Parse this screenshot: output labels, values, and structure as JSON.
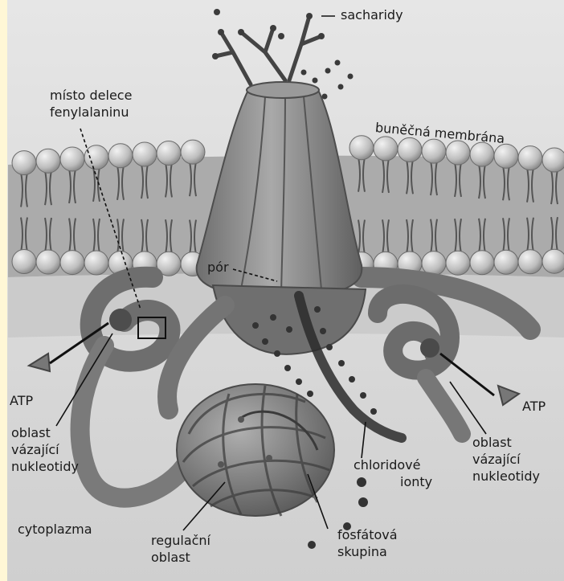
{
  "labels": {
    "sacharidy": "sacharidy",
    "deletion_site": [
      "místo delece",
      "fenylalaninu"
    ],
    "membrane": "buněčná membrána",
    "pore": "pór",
    "atp_left": "ATP",
    "atp_right": "ATP",
    "nbd_left": [
      "oblast",
      "vázající",
      "nukleotidy"
    ],
    "nbd_right": [
      "oblast",
      "vázající",
      "nukleotidy"
    ],
    "cytoplasm": "cytoplazma",
    "regulatory": [
      "regulační",
      "oblast"
    ],
    "chloride": [
      "chloridové",
      "ionty"
    ],
    "phosphate": [
      "fosfátová",
      "skupina"
    ]
  },
  "colors": {
    "background": "#ffffff",
    "extracellular": "#d8d8d8",
    "membrane_band": "#b3b3b3",
    "lipid_head": "#c9c9c9",
    "protein": "#8a8a8a",
    "protein_dark": "#5e5e5e",
    "ion": "#3a3a3a",
    "left_edge_strip": "#fff7d6"
  }
}
